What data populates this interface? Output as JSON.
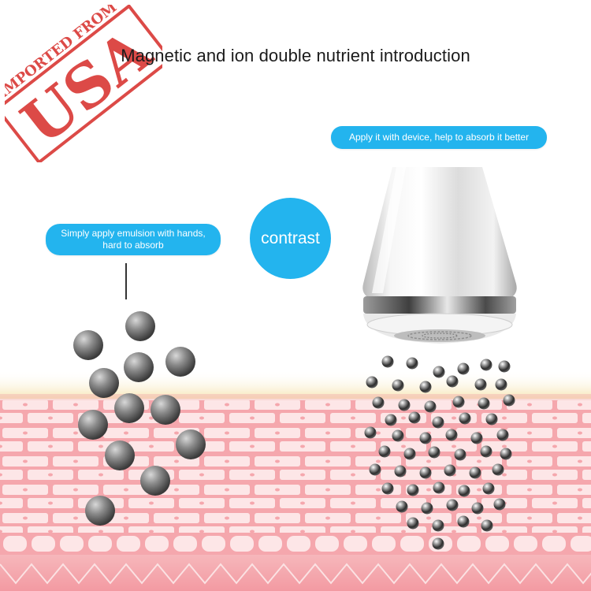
{
  "headline": "Magnetic and ion double nutrient introduction",
  "stamp": {
    "top_text": "IMPORTED FROM",
    "main_text": "USA",
    "color": "#d8322e"
  },
  "callout_device": "Apply it with device, help to absorb it better",
  "callout_hands": {
    "line1": "Simply apply emulsion with hands,",
    "line2": "hard to absorb"
  },
  "contrast_label": "contrast",
  "colors": {
    "accent": "#23b4ee",
    "skin_pink": "#f4a3a9",
    "cell_fill": "#fce3e4",
    "epidermis_yellow": "#f6e7b8"
  },
  "icons": {
    "device": "beauty-device-icon",
    "large_particles": "large-nutrient-particle-icon",
    "small_particles": "small-nutrient-particle-icon",
    "skin": "skin-cross-section"
  }
}
